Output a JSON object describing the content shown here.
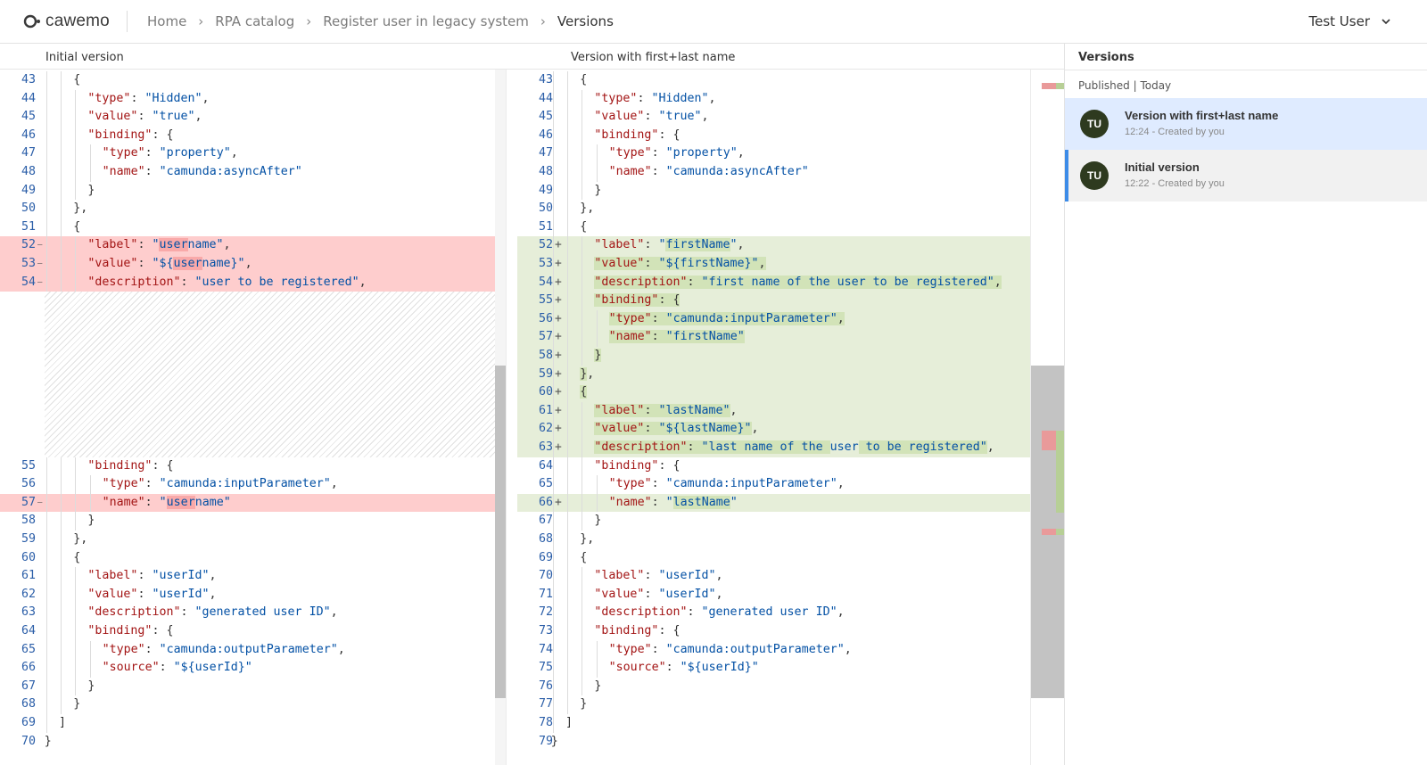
{
  "header": {
    "logo_text": "cawemo",
    "breadcrumbs": [
      "Home",
      "RPA catalog",
      "Register user in legacy system",
      "Versions"
    ],
    "user_name": "Test User"
  },
  "diff": {
    "left_title": "Initial version",
    "right_title": "Version with first+last name",
    "left_lines": [
      {
        "n": "43",
        "t": "del0",
        "segs": [
          {
            "c": "p",
            "x": "{"
          }
        ],
        "ind": 2
      },
      {
        "n": "44",
        "segs": [
          {
            "c": "k",
            "x": "\"type\""
          },
          {
            "c": "p",
            "x": ": "
          },
          {
            "c": "s",
            "x": "\"Hidden\""
          },
          {
            "c": "p",
            "x": ","
          }
        ],
        "ind": 3
      },
      {
        "n": "45",
        "segs": [
          {
            "c": "k",
            "x": "\"value\""
          },
          {
            "c": "p",
            "x": ": "
          },
          {
            "c": "s",
            "x": "\"true\""
          },
          {
            "c": "p",
            "x": ","
          }
        ],
        "ind": 3
      },
      {
        "n": "46",
        "segs": [
          {
            "c": "k",
            "x": "\"binding\""
          },
          {
            "c": "p",
            "x": ": {"
          }
        ],
        "ind": 3
      },
      {
        "n": "47",
        "segs": [
          {
            "c": "k",
            "x": "\"type\""
          },
          {
            "c": "p",
            "x": ": "
          },
          {
            "c": "s",
            "x": "\"property\""
          },
          {
            "c": "p",
            "x": ","
          }
        ],
        "ind": 4
      },
      {
        "n": "48",
        "segs": [
          {
            "c": "k",
            "x": "\"name\""
          },
          {
            "c": "p",
            "x": ": "
          },
          {
            "c": "s",
            "x": "\"camunda:asyncAfter\""
          }
        ],
        "ind": 4
      },
      {
        "n": "49",
        "segs": [
          {
            "c": "p",
            "x": "}"
          }
        ],
        "ind": 3
      },
      {
        "n": "50",
        "segs": [
          {
            "c": "p",
            "x": "},"
          }
        ],
        "ind": 2
      },
      {
        "n": "51",
        "segs": [
          {
            "c": "p",
            "x": "{"
          }
        ],
        "ind": 2
      },
      {
        "n": "52",
        "t": "del",
        "segs": [
          {
            "c": "k",
            "x": "\"label\""
          },
          {
            "c": "p",
            "x": ": "
          },
          {
            "c": "s",
            "x": "\""
          },
          {
            "c": "s hlW",
            "x": "user"
          },
          {
            "c": "s",
            "x": "name\""
          },
          {
            "c": "p",
            "x": ","
          }
        ],
        "ind": 3
      },
      {
        "n": "53",
        "t": "del",
        "segs": [
          {
            "c": "k",
            "x": "\"value\""
          },
          {
            "c": "p",
            "x": ": "
          },
          {
            "c": "s",
            "x": "\"${"
          },
          {
            "c": "s hlW",
            "x": "user"
          },
          {
            "c": "s",
            "x": "name}\""
          },
          {
            "c": "p",
            "x": ","
          }
        ],
        "ind": 3
      },
      {
        "n": "54",
        "t": "del",
        "segs": [
          {
            "c": "k",
            "x": "\"description\""
          },
          {
            "c": "p",
            "x": ": "
          },
          {
            "c": "s",
            "x": "\"user to be registered\""
          },
          {
            "c": "p",
            "x": ","
          }
        ],
        "ind": 3
      },
      {
        "n": "55",
        "gap": 9,
        "segs": [
          {
            "c": "k",
            "x": "\"binding\""
          },
          {
            "c": "p",
            "x": ": {"
          }
        ],
        "ind": 3
      },
      {
        "n": "56",
        "segs": [
          {
            "c": "k",
            "x": "\"type\""
          },
          {
            "c": "p",
            "x": ": "
          },
          {
            "c": "s",
            "x": "\"camunda:inputParameter\""
          },
          {
            "c": "p",
            "x": ","
          }
        ],
        "ind": 4
      },
      {
        "n": "57",
        "t": "del",
        "segs": [
          {
            "c": "k",
            "x": "\"name\""
          },
          {
            "c": "p",
            "x": ": "
          },
          {
            "c": "s",
            "x": "\""
          },
          {
            "c": "s hlW",
            "x": "user"
          },
          {
            "c": "s",
            "x": "name\""
          }
        ],
        "ind": 4
      },
      {
        "n": "58",
        "segs": [
          {
            "c": "p",
            "x": "}"
          }
        ],
        "ind": 3
      },
      {
        "n": "59",
        "segs": [
          {
            "c": "p",
            "x": "},"
          }
        ],
        "ind": 2
      },
      {
        "n": "60",
        "segs": [
          {
            "c": "p",
            "x": "{"
          }
        ],
        "ind": 2
      },
      {
        "n": "61",
        "segs": [
          {
            "c": "k",
            "x": "\"label\""
          },
          {
            "c": "p",
            "x": ": "
          },
          {
            "c": "s",
            "x": "\"userId\""
          },
          {
            "c": "p",
            "x": ","
          }
        ],
        "ind": 3
      },
      {
        "n": "62",
        "segs": [
          {
            "c": "k",
            "x": "\"value\""
          },
          {
            "c": "p",
            "x": ": "
          },
          {
            "c": "s",
            "x": "\"userId\""
          },
          {
            "c": "p",
            "x": ","
          }
        ],
        "ind": 3
      },
      {
        "n": "63",
        "segs": [
          {
            "c": "k",
            "x": "\"description\""
          },
          {
            "c": "p",
            "x": ": "
          },
          {
            "c": "s",
            "x": "\"generated user ID\""
          },
          {
            "c": "p",
            "x": ","
          }
        ],
        "ind": 3
      },
      {
        "n": "64",
        "segs": [
          {
            "c": "k",
            "x": "\"binding\""
          },
          {
            "c": "p",
            "x": ": {"
          }
        ],
        "ind": 3
      },
      {
        "n": "65",
        "segs": [
          {
            "c": "k",
            "x": "\"type\""
          },
          {
            "c": "p",
            "x": ": "
          },
          {
            "c": "s",
            "x": "\"camunda:outputParameter\""
          },
          {
            "c": "p",
            "x": ","
          }
        ],
        "ind": 4
      },
      {
        "n": "66",
        "segs": [
          {
            "c": "k",
            "x": "\"source\""
          },
          {
            "c": "p",
            "x": ": "
          },
          {
            "c": "s",
            "x": "\"${userId}\""
          }
        ],
        "ind": 4
      },
      {
        "n": "67",
        "segs": [
          {
            "c": "p",
            "x": "}"
          }
        ],
        "ind": 3
      },
      {
        "n": "68",
        "segs": [
          {
            "c": "p",
            "x": "}"
          }
        ],
        "ind": 2
      },
      {
        "n": "69",
        "segs": [
          {
            "c": "p",
            "x": "]"
          }
        ],
        "ind": 1
      },
      {
        "n": "70",
        "segs": [
          {
            "c": "p",
            "x": "}"
          }
        ],
        "ind": 0
      }
    ],
    "right_lines": [
      {
        "n": "43",
        "segs": [
          {
            "c": "p",
            "x": "{"
          }
        ],
        "ind": 2
      },
      {
        "n": "44",
        "segs": [
          {
            "c": "k",
            "x": "\"type\""
          },
          {
            "c": "p",
            "x": ": "
          },
          {
            "c": "s",
            "x": "\"Hidden\""
          },
          {
            "c": "p",
            "x": ","
          }
        ],
        "ind": 3
      },
      {
        "n": "45",
        "segs": [
          {
            "c": "k",
            "x": "\"value\""
          },
          {
            "c": "p",
            "x": ": "
          },
          {
            "c": "s",
            "x": "\"true\""
          },
          {
            "c": "p",
            "x": ","
          }
        ],
        "ind": 3
      },
      {
        "n": "46",
        "segs": [
          {
            "c": "k",
            "x": "\"binding\""
          },
          {
            "c": "p",
            "x": ": {"
          }
        ],
        "ind": 3
      },
      {
        "n": "47",
        "segs": [
          {
            "c": "k",
            "x": "\"type\""
          },
          {
            "c": "p",
            "x": ": "
          },
          {
            "c": "s",
            "x": "\"property\""
          },
          {
            "c": "p",
            "x": ","
          }
        ],
        "ind": 4
      },
      {
        "n": "48",
        "segs": [
          {
            "c": "k",
            "x": "\"name\""
          },
          {
            "c": "p",
            "x": ": "
          },
          {
            "c": "s",
            "x": "\"camunda:asyncAfter\""
          }
        ],
        "ind": 4
      },
      {
        "n": "49",
        "segs": [
          {
            "c": "p",
            "x": "}"
          }
        ],
        "ind": 3
      },
      {
        "n": "50",
        "segs": [
          {
            "c": "p",
            "x": "},"
          }
        ],
        "ind": 2
      },
      {
        "n": "51",
        "segs": [
          {
            "c": "p",
            "x": "{"
          }
        ],
        "ind": 2
      },
      {
        "n": "52",
        "t": "add",
        "segs": [
          {
            "c": "k",
            "x": "\"label\""
          },
          {
            "c": "p",
            "x": ": "
          },
          {
            "c": "s",
            "x": "\""
          },
          {
            "c": "s hlA",
            "x": "firstName"
          },
          {
            "c": "s",
            "x": "\""
          },
          {
            "c": "p",
            "x": ","
          }
        ],
        "ind": 3
      },
      {
        "n": "53",
        "t": "add",
        "segs": [
          {
            "c": "k hlA",
            "x": "\"value\""
          },
          {
            "c": "p hlA",
            "x": ": "
          },
          {
            "c": "s hlA",
            "x": "\"${firstName}\""
          },
          {
            "c": "p hlA",
            "x": ","
          }
        ],
        "ind": 3
      },
      {
        "n": "54",
        "t": "add",
        "segs": [
          {
            "c": "k hlA",
            "x": "\"description\""
          },
          {
            "c": "p hlA",
            "x": ": "
          },
          {
            "c": "s hlA",
            "x": "\"first name of the user to be registered\""
          },
          {
            "c": "p hlA",
            "x": ","
          }
        ],
        "ind": 3
      },
      {
        "n": "55",
        "t": "add",
        "segs": [
          {
            "c": "k hlA",
            "x": "\"binding\""
          },
          {
            "c": "p hlA",
            "x": ": {"
          }
        ],
        "ind": 3
      },
      {
        "n": "56",
        "t": "add",
        "segs": [
          {
            "c": "k hlA",
            "x": "\"type\""
          },
          {
            "c": "p hlA",
            "x": ": "
          },
          {
            "c": "s hlA",
            "x": "\"camunda:inputParameter\""
          },
          {
            "c": "p hlA",
            "x": ","
          }
        ],
        "ind": 4
      },
      {
        "n": "57",
        "t": "add",
        "segs": [
          {
            "c": "k hlA",
            "x": "\"name\""
          },
          {
            "c": "p hlA",
            "x": ": "
          },
          {
            "c": "s hlA",
            "x": "\"firstName\""
          }
        ],
        "ind": 4
      },
      {
        "n": "58",
        "t": "add",
        "segs": [
          {
            "c": "p hlA",
            "x": "}"
          }
        ],
        "ind": 3
      },
      {
        "n": "59",
        "t": "add",
        "segs": [
          {
            "c": "p hlA",
            "x": "}"
          },
          {
            "c": "p",
            "x": ","
          }
        ],
        "ind": 2
      },
      {
        "n": "60",
        "t": "add",
        "segs": [
          {
            "c": "p hlA",
            "x": "{"
          }
        ],
        "ind": 2
      },
      {
        "n": "61",
        "t": "add",
        "segs": [
          {
            "c": "k hlA",
            "x": "\"label\""
          },
          {
            "c": "p hlA",
            "x": ": "
          },
          {
            "c": "s hlA",
            "x": "\"lastName\""
          },
          {
            "c": "p",
            "x": ","
          }
        ],
        "ind": 3
      },
      {
        "n": "62",
        "t": "add",
        "segs": [
          {
            "c": "k hlA",
            "x": "\"value\""
          },
          {
            "c": "p hlA",
            "x": ": "
          },
          {
            "c": "s hlA",
            "x": "\"${lastName}\""
          },
          {
            "c": "p",
            "x": ","
          }
        ],
        "ind": 3
      },
      {
        "n": "63",
        "t": "add",
        "segs": [
          {
            "c": "k hlA",
            "x": "\"description\""
          },
          {
            "c": "p hlA",
            "x": ": "
          },
          {
            "c": "s hlA",
            "x": "\"last name of the "
          },
          {
            "c": "s",
            "x": "user"
          },
          {
            "c": "s hlA",
            "x": " to be registered\""
          },
          {
            "c": "p",
            "x": ","
          }
        ],
        "ind": 3
      },
      {
        "n": "64",
        "segs": [
          {
            "c": "k",
            "x": "\"binding\""
          },
          {
            "c": "p",
            "x": ": {"
          }
        ],
        "ind": 3
      },
      {
        "n": "65",
        "segs": [
          {
            "c": "k",
            "x": "\"type\""
          },
          {
            "c": "p",
            "x": ": "
          },
          {
            "c": "s",
            "x": "\"camunda:inputParameter\""
          },
          {
            "c": "p",
            "x": ","
          }
        ],
        "ind": 4
      },
      {
        "n": "66",
        "t": "add",
        "segs": [
          {
            "c": "k",
            "x": "\"name\""
          },
          {
            "c": "p",
            "x": ": "
          },
          {
            "c": "s",
            "x": "\""
          },
          {
            "c": "s hlA",
            "x": "lastName"
          },
          {
            "c": "s",
            "x": "\""
          }
        ],
        "ind": 4
      },
      {
        "n": "67",
        "segs": [
          {
            "c": "p",
            "x": "}"
          }
        ],
        "ind": 3
      },
      {
        "n": "68",
        "segs": [
          {
            "c": "p",
            "x": "},"
          }
        ],
        "ind": 2
      },
      {
        "n": "69",
        "segs": [
          {
            "c": "p",
            "x": "{"
          }
        ],
        "ind": 2
      },
      {
        "n": "70",
        "segs": [
          {
            "c": "k",
            "x": "\"label\""
          },
          {
            "c": "p",
            "x": ": "
          },
          {
            "c": "s",
            "x": "\"userId\""
          },
          {
            "c": "p",
            "x": ","
          }
        ],
        "ind": 3
      },
      {
        "n": "71",
        "segs": [
          {
            "c": "k",
            "x": "\"value\""
          },
          {
            "c": "p",
            "x": ": "
          },
          {
            "c": "s",
            "x": "\"userId\""
          },
          {
            "c": "p",
            "x": ","
          }
        ],
        "ind": 3
      },
      {
        "n": "72",
        "segs": [
          {
            "c": "k",
            "x": "\"description\""
          },
          {
            "c": "p",
            "x": ": "
          },
          {
            "c": "s",
            "x": "\"generated user ID\""
          },
          {
            "c": "p",
            "x": ","
          }
        ],
        "ind": 3
      },
      {
        "n": "73",
        "segs": [
          {
            "c": "k",
            "x": "\"binding\""
          },
          {
            "c": "p",
            "x": ": {"
          }
        ],
        "ind": 3
      },
      {
        "n": "74",
        "segs": [
          {
            "c": "k",
            "x": "\"type\""
          },
          {
            "c": "p",
            "x": ": "
          },
          {
            "c": "s",
            "x": "\"camunda:outputParameter\""
          },
          {
            "c": "p",
            "x": ","
          }
        ],
        "ind": 4
      },
      {
        "n": "75",
        "segs": [
          {
            "c": "k",
            "x": "\"source\""
          },
          {
            "c": "p",
            "x": ": "
          },
          {
            "c": "s",
            "x": "\"${userId}\""
          }
        ],
        "ind": 4
      },
      {
        "n": "76",
        "segs": [
          {
            "c": "p",
            "x": "}"
          }
        ],
        "ind": 3
      },
      {
        "n": "77",
        "segs": [
          {
            "c": "p",
            "x": "}"
          }
        ],
        "ind": 2
      },
      {
        "n": "78",
        "segs": [
          {
            "c": "p",
            "x": "]"
          }
        ],
        "ind": 1
      },
      {
        "n": "79",
        "segs": [
          {
            "c": "p",
            "x": "}"
          }
        ],
        "ind": 0
      }
    ],
    "colors": {
      "deleted": "#fecdcd",
      "added": "#e6eed9",
      "key": "#a31515",
      "string": "#0451a5",
      "line_number": "#2b5ea8"
    }
  },
  "sidebar": {
    "title": "Versions",
    "group_label": "Published | Today",
    "versions": [
      {
        "initials": "TU",
        "name": "Version with first+last name",
        "meta": "12:24 - Created by you",
        "state": "selected"
      },
      {
        "initials": "TU",
        "name": "Initial version",
        "meta": "12:22 - Created by you",
        "state": "current"
      }
    ]
  },
  "icons": {
    "logo": "cawemo-logo-icon",
    "chevron": "chevron-down-icon",
    "breadcrumb_separator": "chevron-right-icon"
  }
}
